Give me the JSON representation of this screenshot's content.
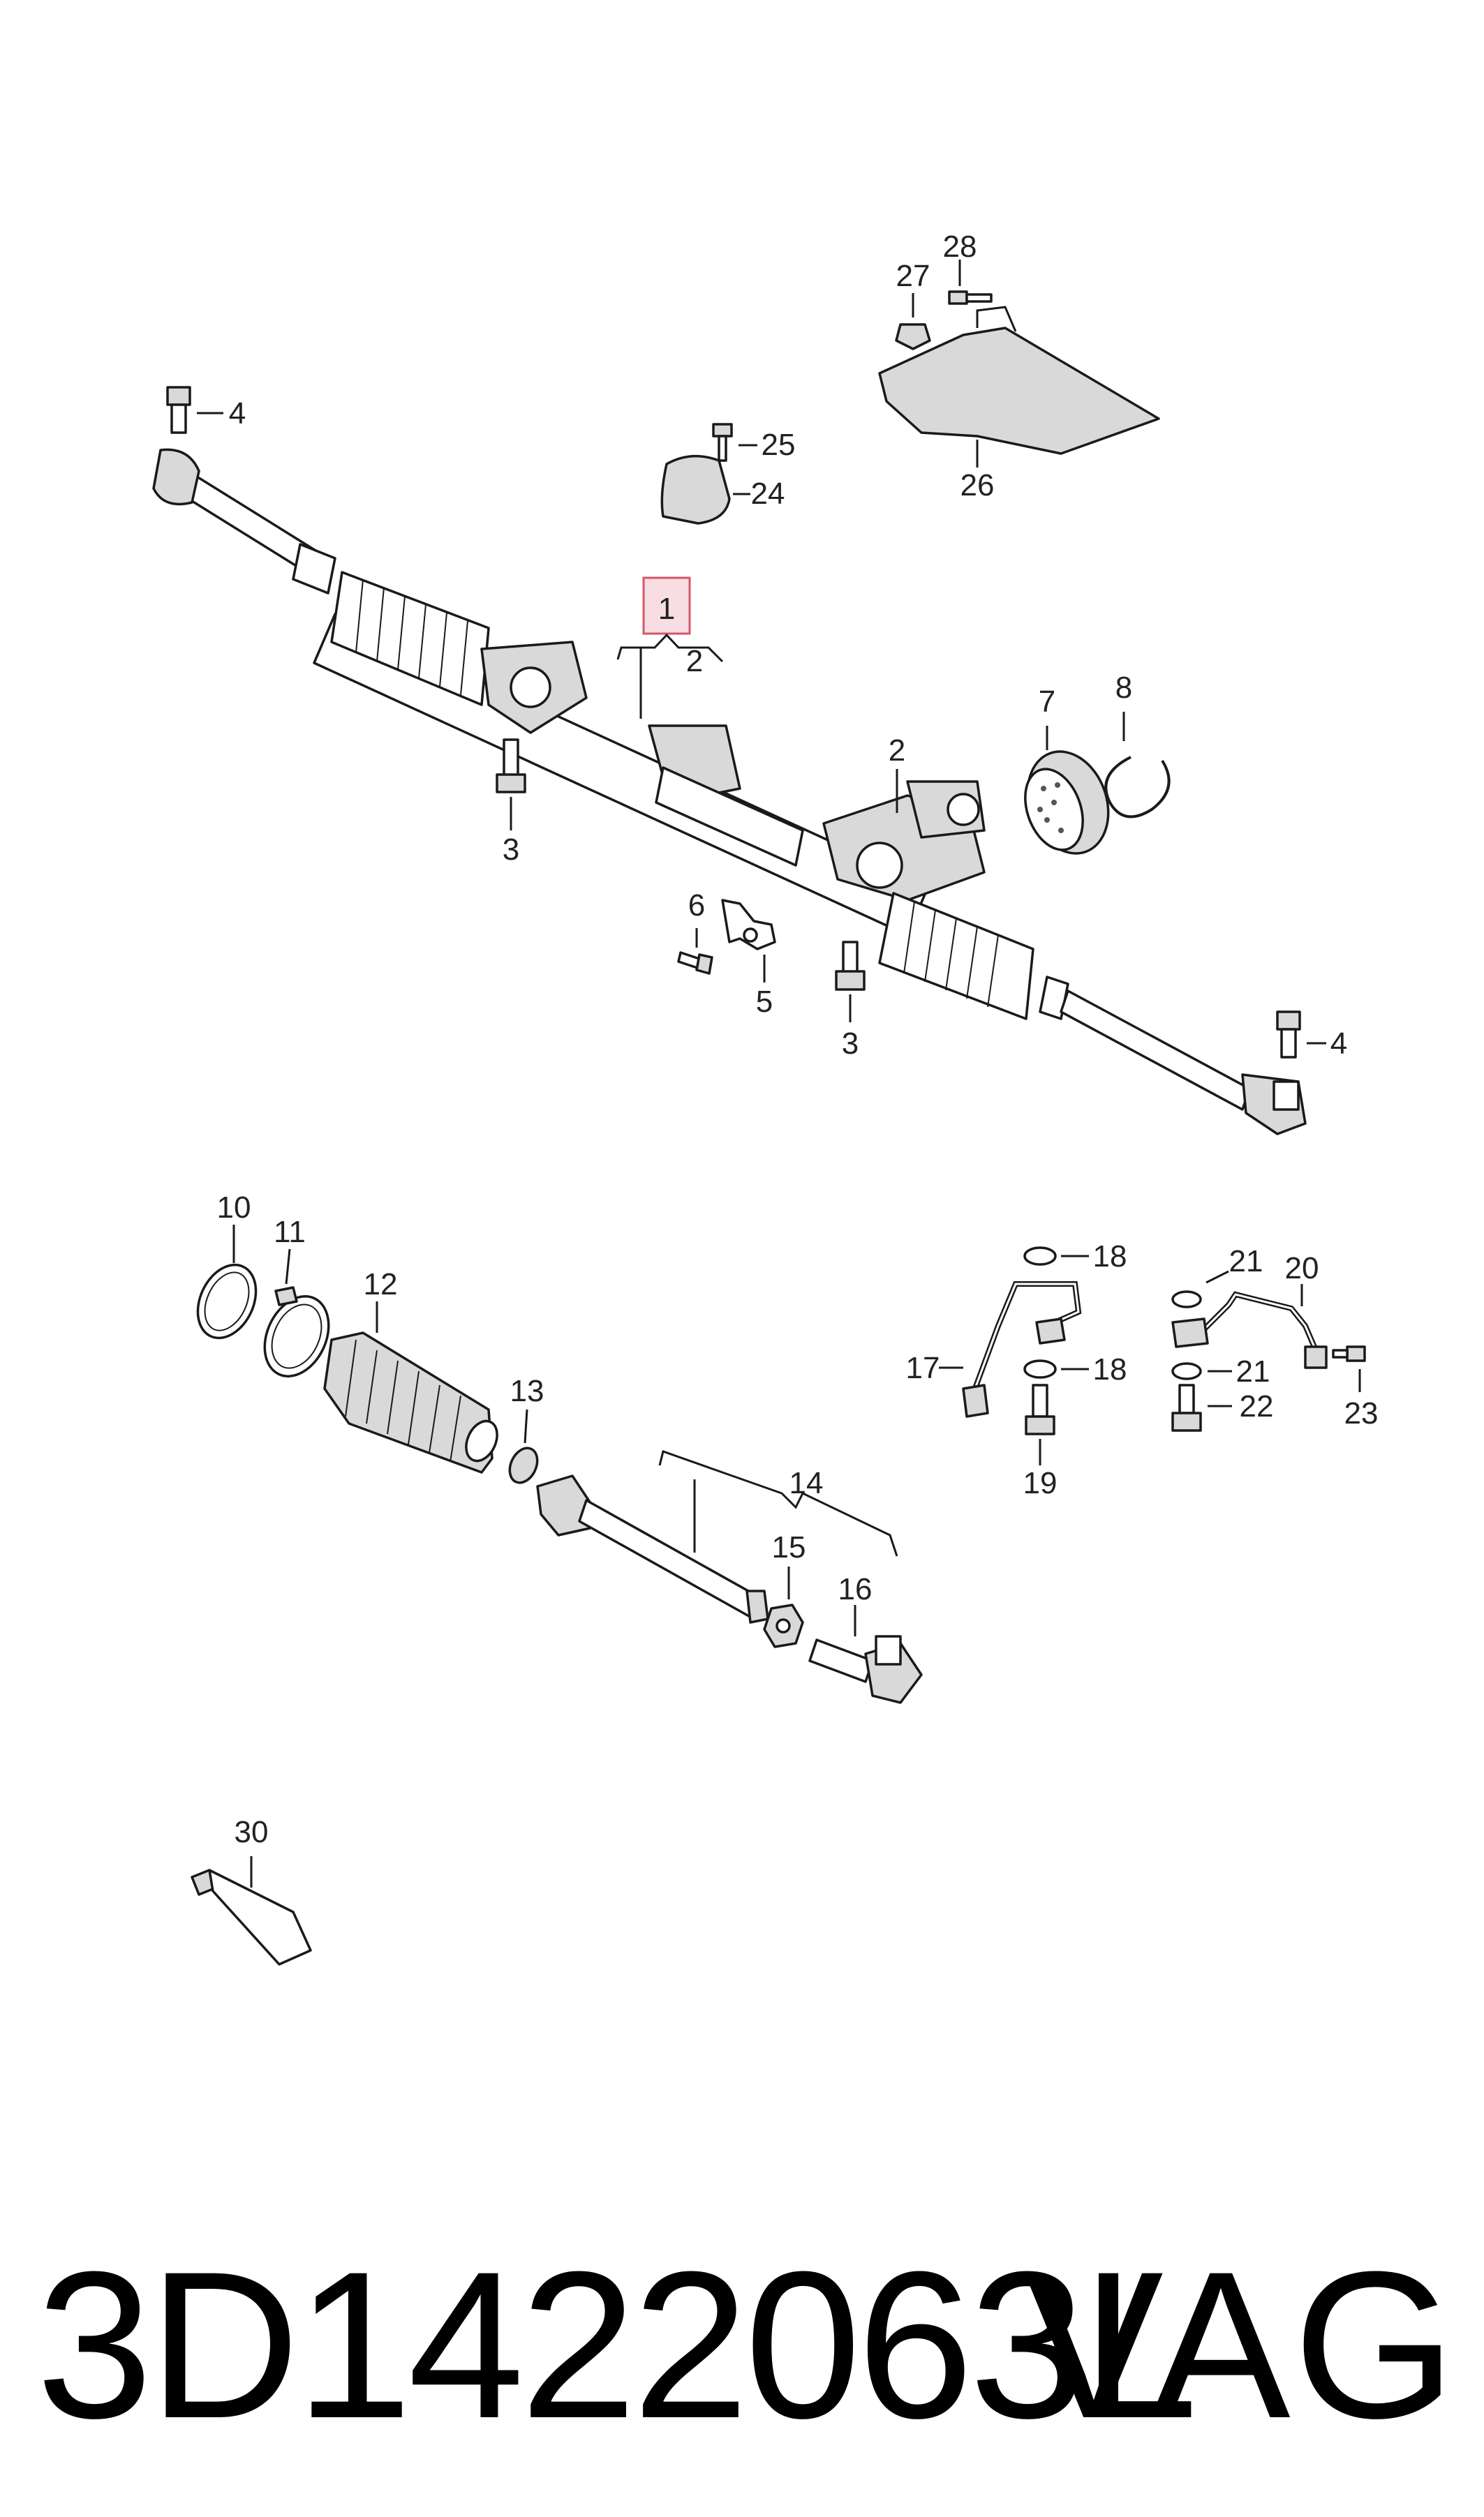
{
  "diagram": {
    "labels": [
      "1",
      "2",
      "2",
      "3",
      "3",
      "4",
      "4",
      "5",
      "6",
      "7",
      "8",
      "10",
      "11",
      "12",
      "13",
      "14",
      "15",
      "16",
      "17",
      "18",
      "18",
      "19",
      "20",
      "21",
      "21",
      "22",
      "23",
      "24",
      "25",
      "26",
      "27",
      "28",
      "30"
    ]
  },
  "footer": {
    "part_number": "3D1422063L",
    "brand": "VAG"
  },
  "colors": {
    "highlight_box": "#f8dde2",
    "highlight_border": "#d4566a",
    "line": "#1a1a1a"
  }
}
